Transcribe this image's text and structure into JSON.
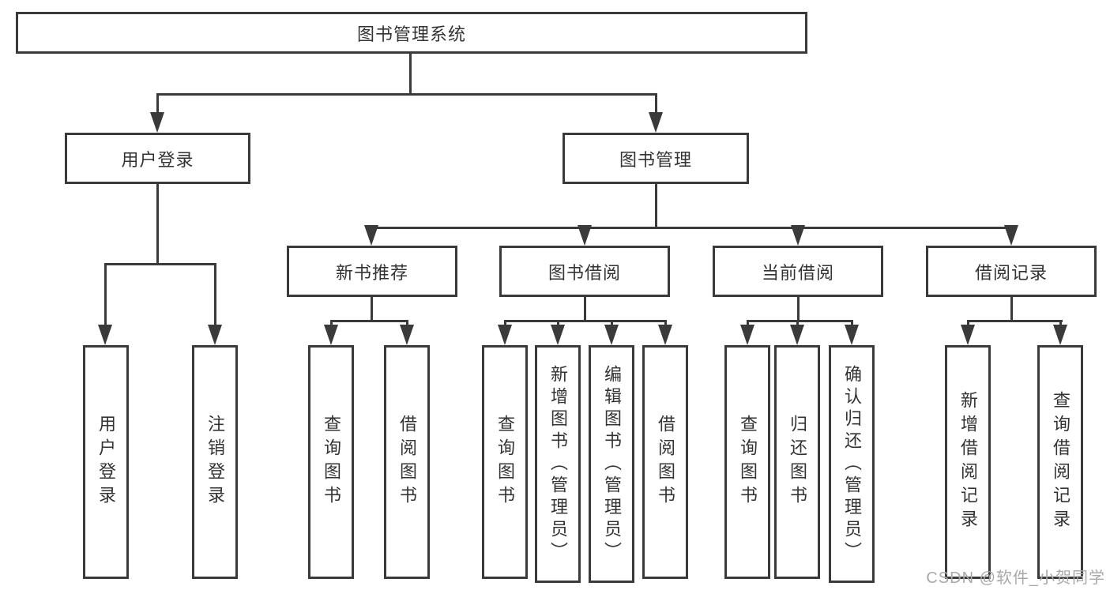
{
  "nodes": {
    "root": {
      "label": "图书管理系统"
    },
    "user_login": {
      "label": "用户登录"
    },
    "book_mgmt": {
      "label": "图书管理"
    },
    "login": {
      "label": "用户登录"
    },
    "logout": {
      "label": "注销登录"
    },
    "new_book_rec": {
      "label": "新书推荐"
    },
    "book_borrow": {
      "label": "图书借阅"
    },
    "current_borrow": {
      "label": "当前借阅"
    },
    "borrow_records": {
      "label": "借阅记录"
    },
    "nbr_query_book": {
      "label": "查询图书"
    },
    "nbr_borrow_book": {
      "label": "借阅图书"
    },
    "bb_query_book": {
      "label": "查询图书"
    },
    "bb_add_book": {
      "label": "新增图书（管理员）"
    },
    "bb_edit_book": {
      "label": "编辑图书（管理员）"
    },
    "bb_borrow_book": {
      "label": "借阅图书"
    },
    "cb_query_book": {
      "label": "查询图书"
    },
    "cb_return_book": {
      "label": "归还图书"
    },
    "cb_confirm_return": {
      "label": "确认归还（管理员）"
    },
    "br_add_record": {
      "label": "新增借阅记录"
    },
    "br_query_record": {
      "label": "查询借阅记录"
    }
  },
  "edges": [
    {
      "from": "图书管理系统",
      "to": [
        "用户登录",
        "图书管理"
      ]
    },
    {
      "from": "用户登录",
      "to": [
        "用户登录",
        "注销登录"
      ]
    },
    {
      "from": "图书管理",
      "to": [
        "新书推荐",
        "图书借阅",
        "当前借阅",
        "借阅记录"
      ]
    },
    {
      "from": "新书推荐",
      "to": [
        "查询图书",
        "借阅图书"
      ]
    },
    {
      "from": "图书借阅",
      "to": [
        "查询图书",
        "新增图书（管理员）",
        "编辑图书（管理员）",
        "借阅图书"
      ]
    },
    {
      "from": "当前借阅",
      "to": [
        "查询图书",
        "归还图书",
        "确认归还（管理员）"
      ]
    },
    {
      "from": "借阅记录",
      "to": [
        "新增借阅记录",
        "查询借阅记录"
      ]
    }
  ],
  "watermark": {
    "text": "CSDN @软件_小贺同学"
  },
  "colors": {
    "line": "#3a3a3a",
    "text": "#333333",
    "watermark": "#a9a9a9",
    "background": "#ffffff"
  }
}
